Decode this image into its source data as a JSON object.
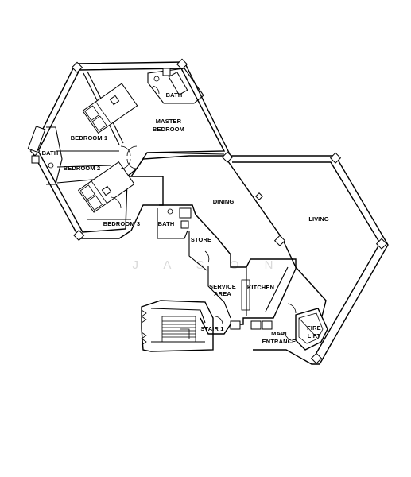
{
  "watermark": "J A S O N",
  "rooms": {
    "master_bedroom_1": "MASTER",
    "master_bedroom_2": "BEDROOM",
    "bath_master": "BATH",
    "bedroom1": "BEDROOM 1",
    "bath_left": "BATH",
    "bedroom2": "BEDROOM 2",
    "bedroom3": "BEDROOM 3",
    "bath_center": "BATH",
    "dining": "DINING",
    "living": "LIVING",
    "store": "STORE",
    "service_area_1": "SERVICE",
    "service_area_2": "AREA",
    "kitchen": "KITCHEN",
    "stair": "STAIR 1",
    "main_entrance_1": "MAIN",
    "main_entrance_2": "ENTRANCE",
    "fire_lift_1": "FIRE",
    "fire_lift_2": "LIFT"
  }
}
